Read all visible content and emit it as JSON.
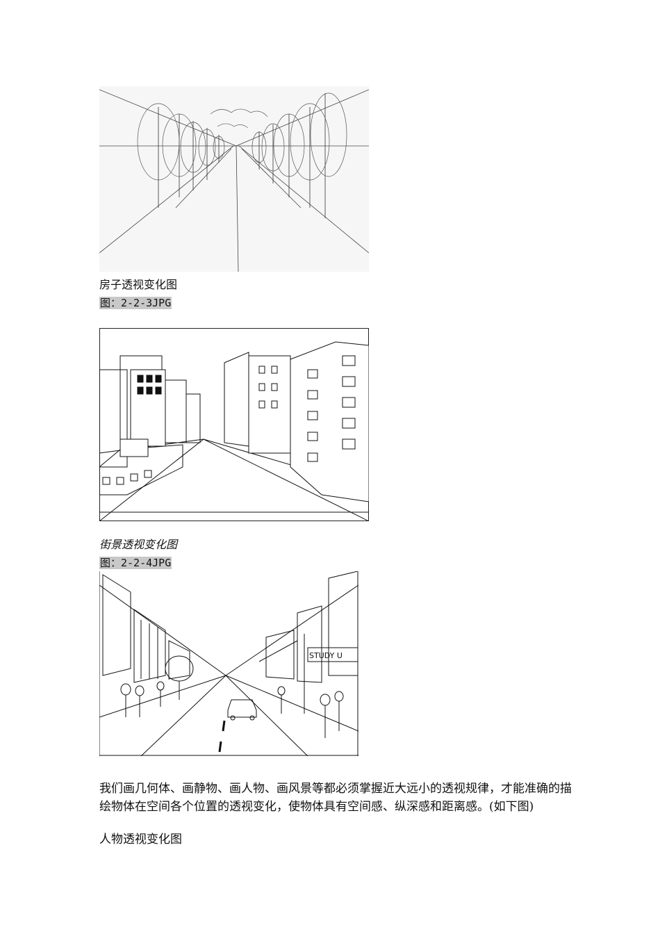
{
  "figure1": {
    "caption": "房子透视变化图",
    "tag": "图：2-2-3JPG"
  },
  "figure2": {
    "caption": "街景透视变化图",
    "tag": "图：2-2-4JPG"
  },
  "body_text": {
    "paragraph": "我们画几何体、画静物、画人物、画风景等都必须掌握近大远小的透视规律，才能准确的描绘物体在空间各个位置的透视变化，使物体具有空间感、纵深感和距离感。(如下图)",
    "next_caption": "人物透视变化图"
  }
}
